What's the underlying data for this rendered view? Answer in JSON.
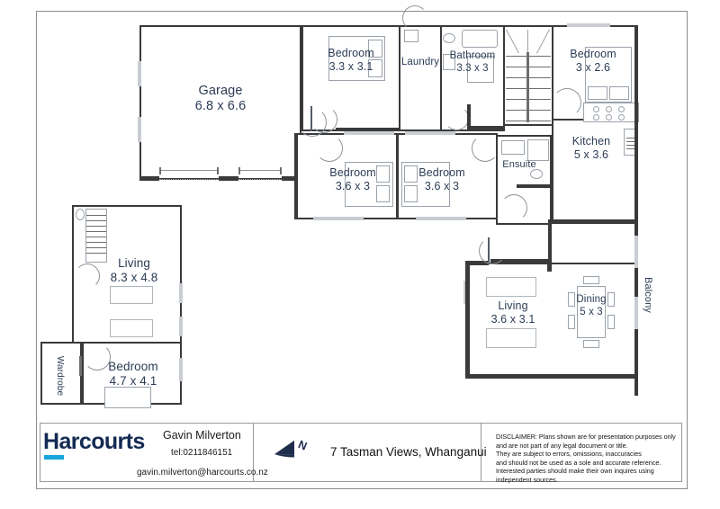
{
  "document": {
    "type": "real-estate-floor-plan",
    "address": "7 Tasman Views, Whanganui"
  },
  "plan": {
    "rooms": [
      {
        "id": "garage",
        "name": "Garage",
        "dimensions": "6.8 x 6.6"
      },
      {
        "id": "bedroom-1",
        "name": "Bedroom",
        "dimensions": "3.3 x 3.1"
      },
      {
        "id": "laundry",
        "name": "Laundry",
        "dimensions": ""
      },
      {
        "id": "bathroom",
        "name": "Bathroom",
        "dimensions": "3.3 x 3"
      },
      {
        "id": "bedroom-2",
        "name": "Bedroom",
        "dimensions": "3 x 2.6"
      },
      {
        "id": "kitchen",
        "name": "Kitchen",
        "dimensions": "5 x 3.6"
      },
      {
        "id": "bedroom-3",
        "name": "Bedroom",
        "dimensions": "3.6 x 3"
      },
      {
        "id": "bedroom-4",
        "name": "Bedroom",
        "dimensions": "3.6 x 3"
      },
      {
        "id": "ensuite",
        "name": "Ensuite",
        "dimensions": ""
      },
      {
        "id": "living-main",
        "name": "Living",
        "dimensions": "8.3 x 4.8"
      },
      {
        "id": "bedroom-5",
        "name": "Bedroom",
        "dimensions": "4.7 x 4.1"
      },
      {
        "id": "wardrobe",
        "name": "Wardrobe",
        "dimensions": ""
      },
      {
        "id": "living-2",
        "name": "Living",
        "dimensions": "3.6 x 3.1"
      },
      {
        "id": "dining",
        "name": "Dining",
        "dimensions": "5 x 3"
      },
      {
        "id": "balcony",
        "name": "Balcony",
        "dimensions": ""
      }
    ],
    "colors": {
      "label_text": "#2c3c55",
      "wall": "#3a3a3a",
      "fixture_outline": "#9aa2ab",
      "background": "#ffffff"
    }
  },
  "footer": {
    "brand": {
      "name": "Harcourts",
      "accent_color": "#18a5dd",
      "text_color": "#132a52"
    },
    "agent": {
      "name": "Gavin Milverton",
      "phone": "tel:0211846151",
      "email": "gavin.milverton@harcourts.co.nz"
    },
    "north_indicator": {
      "icon": "north-arrow-icon",
      "letter": "N"
    },
    "address": "7 Tasman Views, Whanganui",
    "disclaimer": {
      "lines": [
        "DISCLAIMER:  Plans shown are for presentation purposes only",
        "and are not part of any legal document or title.",
        "They are subject to errors, omissions, inaccuracies",
        "and should not be used as a sole and accurate reference.",
        "Interested parties should make their own inquires using",
        "independent sources."
      ]
    }
  }
}
